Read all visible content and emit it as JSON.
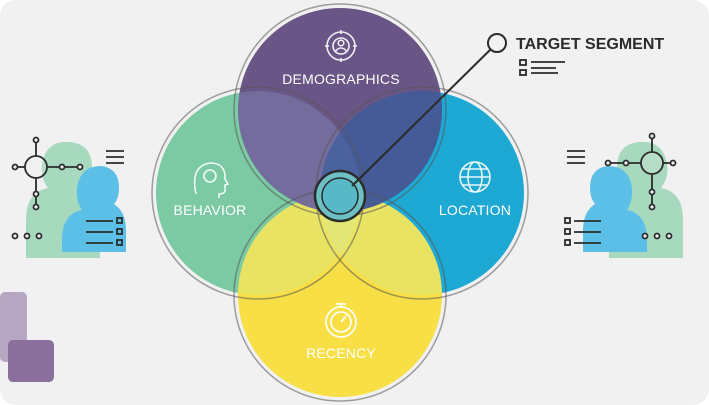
{
  "diagram": {
    "circles": [
      {
        "id": "demographics",
        "label": "DEMOGRAPHICS",
        "icon": "person-target-icon",
        "color": "#5f4a7e"
      },
      {
        "id": "behavior",
        "label": "BEHAVIOR",
        "icon": "head-brain-icon",
        "color": "#7ccaa4"
      },
      {
        "id": "location",
        "label": "LOCATION",
        "icon": "globe-icon",
        "color": "#1ea8d4"
      },
      {
        "id": "recency",
        "label": "RECENCY",
        "icon": "stopwatch-icon",
        "color": "#f7df45"
      }
    ],
    "callout": {
      "label": "TARGET SEGMENT",
      "icon": "list-icon"
    },
    "center_marker": {
      "icon": "target-center-icon"
    },
    "side_figures": [
      {
        "side": "left",
        "icon": "person-network-icon"
      },
      {
        "side": "right",
        "icon": "person-network-icon"
      }
    ],
    "background": {
      "panel": "#f1f1f1",
      "accent_purple": "#8b6f9c",
      "accent_lilac": "#b6a6c1"
    }
  }
}
